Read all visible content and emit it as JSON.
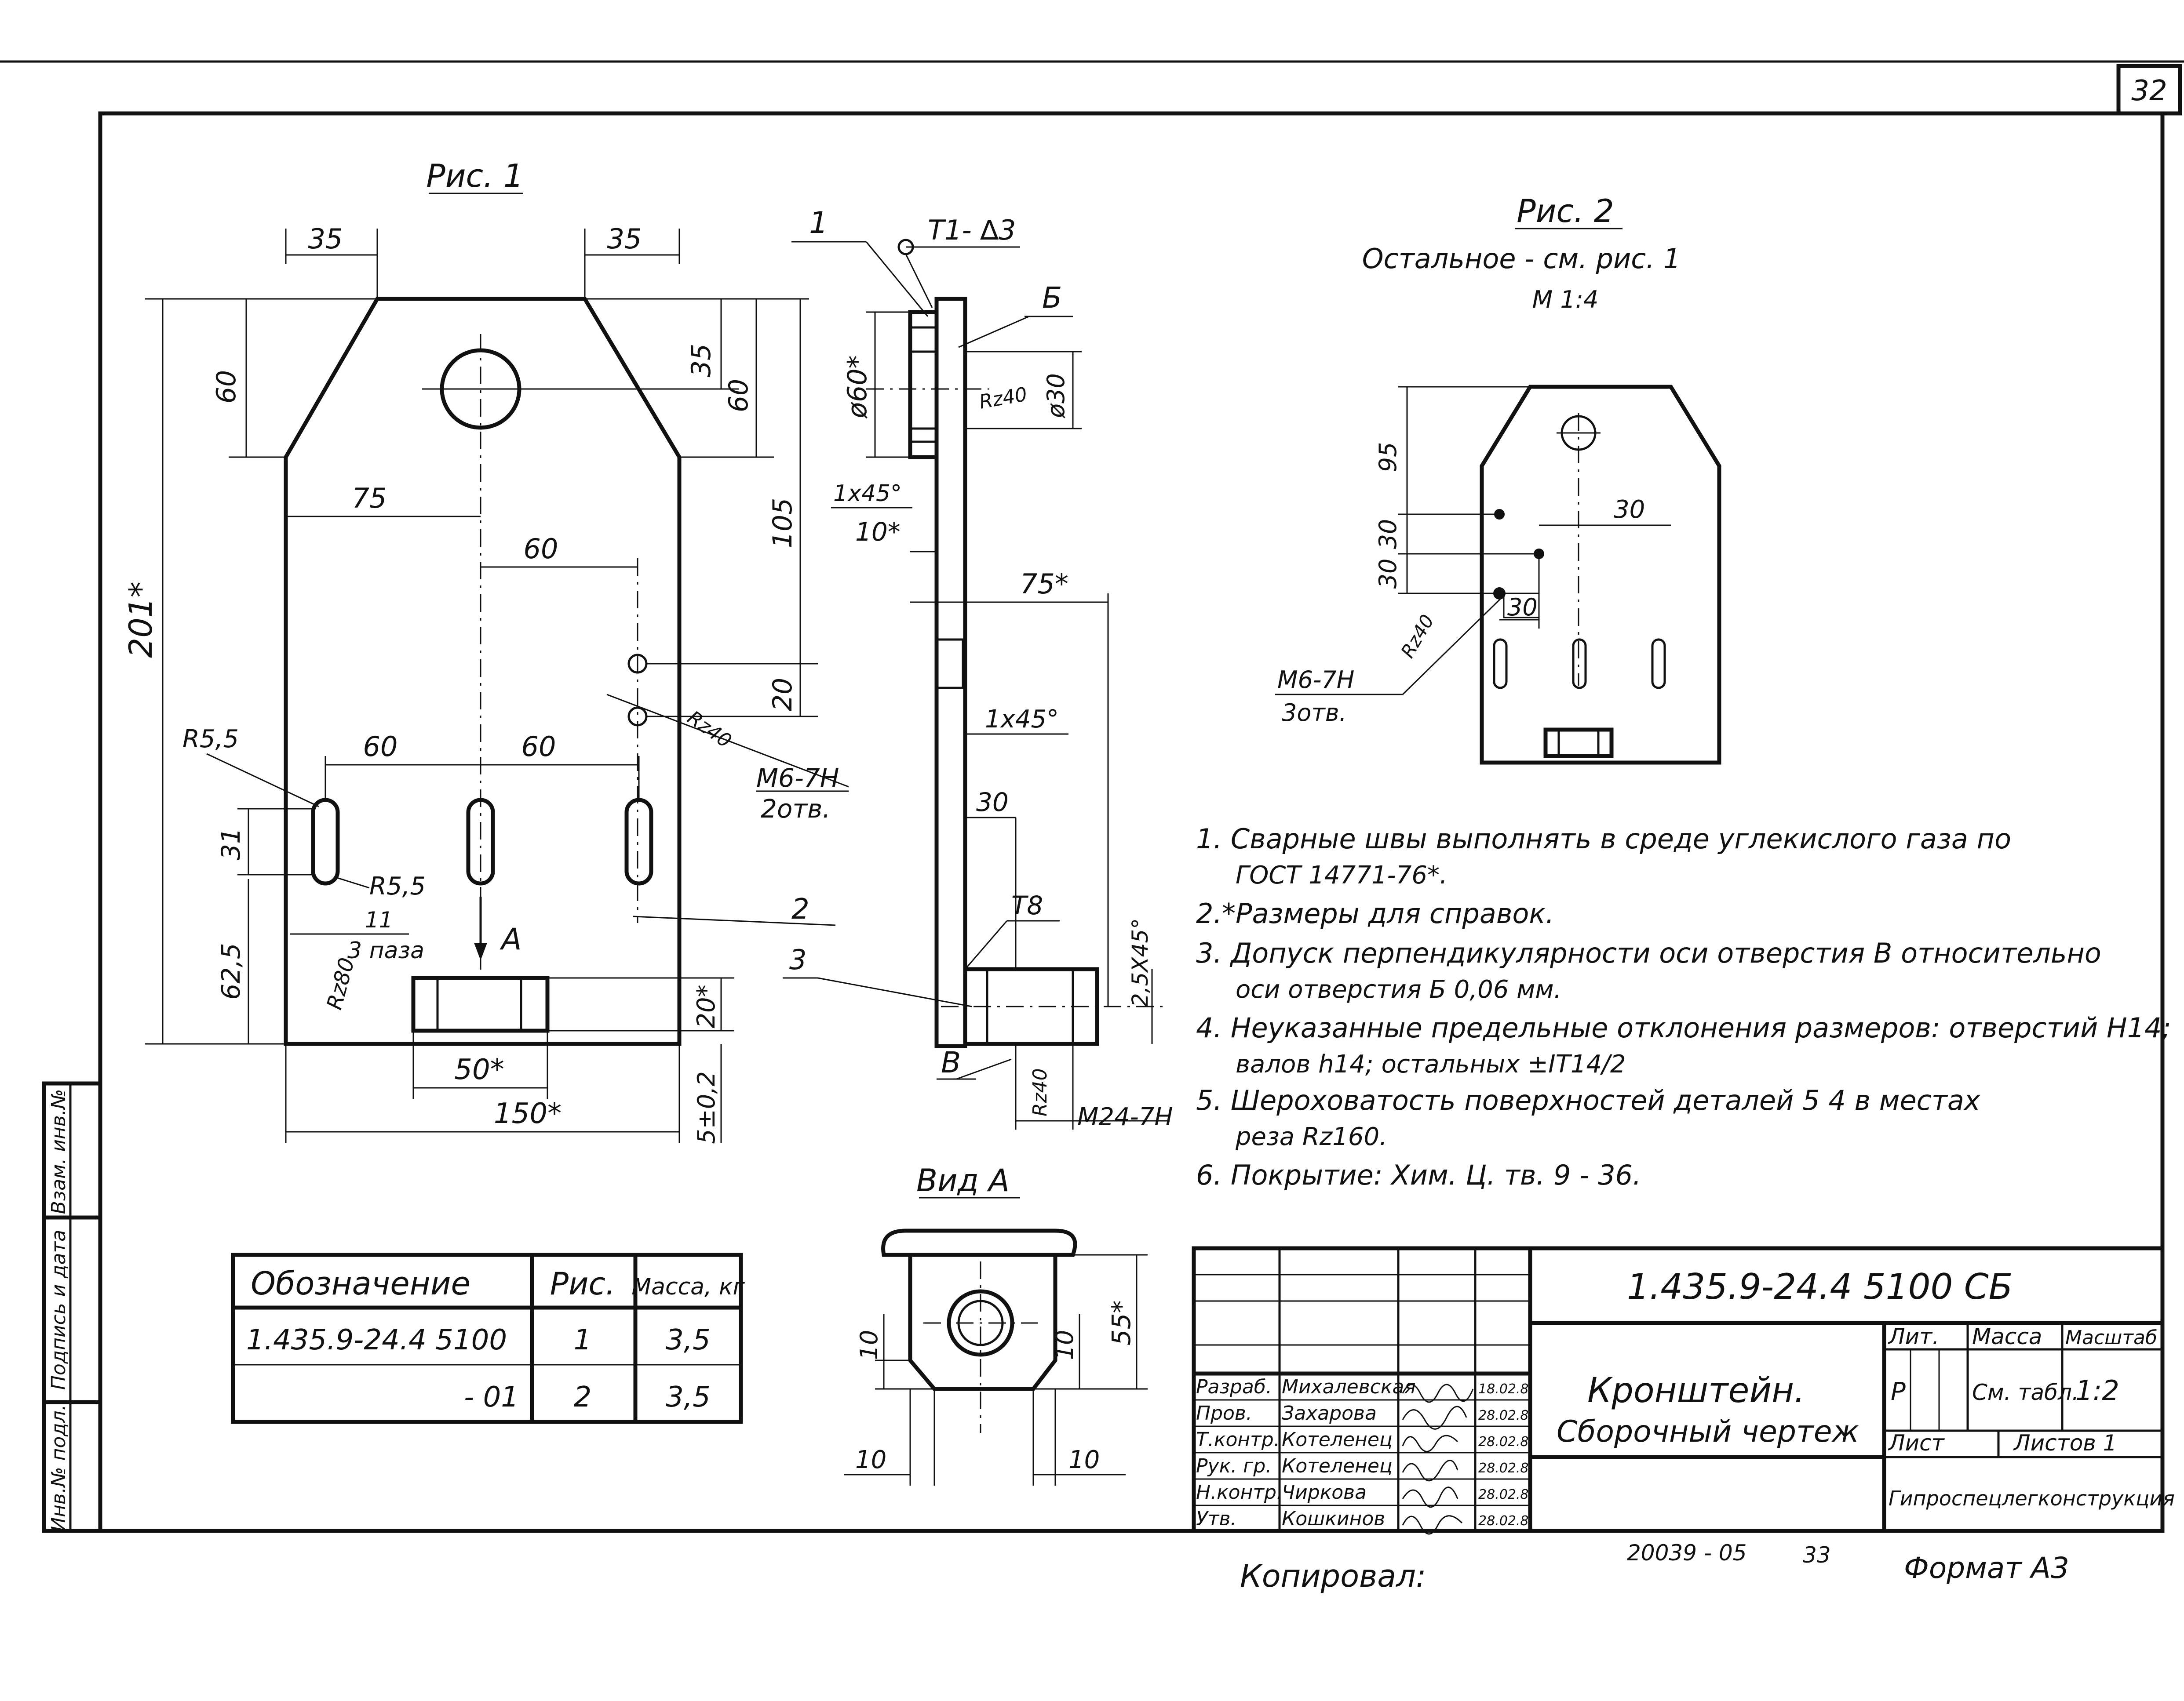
{
  "sheet_number": "32",
  "fig1": {
    "title": "Рис. 1",
    "dims": {
      "top_left": "35",
      "top_right": "35",
      "left_upper": "60",
      "total_height": "201*",
      "right_35": "35",
      "right_60": "60",
      "right_105": "105",
      "right_20": "20",
      "horiz_75": "75",
      "horiz_60": "60",
      "slot_60a": "60",
      "slot_60b": "60",
      "slot_31": "31",
      "bottom_62_5": "62,5",
      "bottom_20": "20*",
      "bottom_50": "50*",
      "bottom_150": "150*",
      "bottom_5": "5±0,2"
    },
    "labels": {
      "r55_a": "R5,5",
      "r55_b": "R5,5",
      "slot_11": "11",
      "slot_count": "3 паза",
      "rz80": "Rz80",
      "rz40": "Rz40",
      "m6": "М6-7Н",
      "holes2": "2отв.",
      "view_a": "А",
      "pos2": "2"
    }
  },
  "side": {
    "pos1": "1",
    "weld": "Т1- ∆3",
    "b_mark": "Б",
    "dia60": "ø60*",
    "rz40": "Rz40",
    "dia30": "ø30",
    "chamfer1": "1x45°",
    "dim10": "10*",
    "dim75": "75*",
    "chamfer2": "1x45°",
    "dim30": "30",
    "tb": "Т8",
    "pos3": "3",
    "chamfer3": "2,5X45°",
    "v_mark": "В",
    "rz40b": "Rz40",
    "m24": "М24-7Н"
  },
  "fig2": {
    "title": "Рис. 2",
    "subtitle": "Остальное - см. рис. 1",
    "scale": "М 1:4",
    "d95": "95",
    "d30a": "30",
    "d30b": "30",
    "d30h1": "30",
    "d30h2": "30",
    "rz40": "Rz40",
    "m6": "М6-7Н",
    "holes3": "3отв."
  },
  "view_a": {
    "title": "Вид А",
    "d10_left": "10",
    "d10_right": "10",
    "d10_bl": "10",
    "d10_br": "10",
    "d55": "55*"
  },
  "notes": [
    "1. Сварные швы выполнять в среде углекислого газа по",
    "ГОСТ 14771-76*.",
    "2.*Размеры для справок.",
    "3. Допуск перпендикулярности оси отверстия В относительно",
    "оси отверстия Б 0,06 мм.",
    "4. Неуказанные предельные отклонения размеров: отверстий Н14;",
    "валов h14; остальных ±IT14/2",
    "5. Шероховатость поверхностей деталей 5 4 в местах",
    "реза Rz160.",
    "6. Покрытие: Хим. Ц. тв. 9 - 36."
  ],
  "parts_table": {
    "headers": [
      "Обозначение",
      "Рис.",
      "Масса, кг"
    ],
    "rows": [
      [
        "1.435.9-24.4 5100",
        "1",
        "3,5"
      ],
      [
        "- 01",
        "2",
        "3,5"
      ]
    ]
  },
  "side_stamp": [
    "Инв.№ подл.",
    "Подпись и дата",
    "Взам. инв.№"
  ],
  "title_block": {
    "code": "1.435.9-24.4  5100 СБ",
    "name_line1": "Кронштейн.",
    "name_line2": "Сборочный чертеж",
    "lit_header": "Лит.",
    "mass_header": "Масса",
    "scale_header": "Масштаб",
    "lit_value": "Р",
    "mass_value": "См. табл.",
    "scale_value": "1:2",
    "sheet_label": "Лист",
    "sheets_label": "Листов 1",
    "org": "Гипроспецлегконструкция",
    "roles": [
      [
        "Разраб.",
        "Михалевская",
        "",
        "18.02.8"
      ],
      [
        "Пров.",
        "Захарова",
        "",
        "28.02.8"
      ],
      [
        "Т.контр.",
        "Котеленец",
        "",
        "28.02.8"
      ],
      [
        "Рук. гр.",
        "Котеленец",
        "",
        "28.02.8"
      ],
      [
        "Н.контр.",
        "Чиркова",
        "",
        "28.02.8"
      ],
      [
        "Утв.",
        "Кошкинов",
        "",
        "28.02.8"
      ]
    ]
  },
  "footer": {
    "copied": "Копировал:",
    "archive": "20039 - 05",
    "page": "33",
    "format": "Формат А3"
  }
}
